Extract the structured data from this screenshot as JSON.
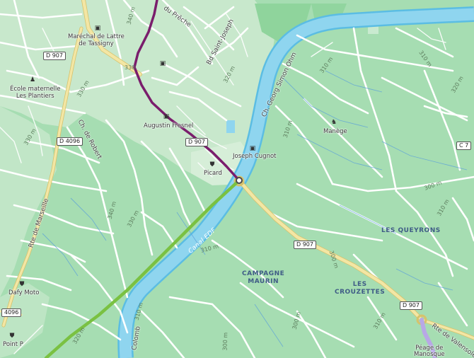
{
  "colors": {
    "land": "#a6ddb2",
    "urban": "#cfead2",
    "water": "#8fd5ef",
    "water_edge": "#5bbde3",
    "road_major": "#f3e6a4",
    "road_minor": "#ffffff",
    "route_purple": "#7a1d6c",
    "route_green": "#7ac142",
    "route_lavender": "#b8a8e6"
  },
  "places": [
    {
      "id": "marechal",
      "text": "Maréchal de Lattre\nde Tassigny",
      "icon": "bus-stop-icon"
    },
    {
      "id": "ecole",
      "text": "École maternelle\nLes Plantiers",
      "icon": "school-icon"
    },
    {
      "id": "augustin",
      "text": "Augustin Fresnel",
      "icon": "bus-stop-icon"
    },
    {
      "id": "cugnot",
      "text": "Joseph Cugnot",
      "icon": "bus-stop-icon"
    },
    {
      "id": "picard",
      "text": "Picard",
      "icon": "shop-icon"
    },
    {
      "id": "manege",
      "text": "Manège",
      "icon": "horse-riding-icon"
    },
    {
      "id": "dafy",
      "text": "Dafy Moto",
      "icon": "shop-icon"
    },
    {
      "id": "pointp",
      "text": "Point P",
      "icon": "shop-icon"
    },
    {
      "id": "peage",
      "text": "Péage de\nManosque",
      "icon": ""
    }
  ],
  "areas": [
    {
      "id": "queyrons",
      "text": "LES QUEYRONS"
    },
    {
      "id": "campagne",
      "text": "CAMPAGNE\nMAURIN"
    },
    {
      "id": "crouzettes",
      "text": "LES\nCROUZETTES"
    }
  ],
  "road_names": [
    {
      "id": "preche",
      "text": "du Prêche"
    },
    {
      "id": "stjoseph",
      "text": "Bd Saint-Joseph"
    },
    {
      "id": "georg",
      "text": "Ch. Georg Simon Ohm"
    },
    {
      "id": "robert",
      "text": "Ch. de Robert"
    },
    {
      "id": "marseille",
      "text": "Rte de Marseille"
    },
    {
      "id": "colomb",
      "text": "Colomb"
    },
    {
      "id": "valensole",
      "text": "Rte de Valensole"
    }
  ],
  "canal": {
    "text": "Canal EDF"
  },
  "shields": [
    {
      "id": "d907a",
      "text": "D 907"
    },
    {
      "id": "d4096",
      "text": "D 4096"
    },
    {
      "id": "d907b",
      "text": "D 907"
    },
    {
      "id": "d907c",
      "text": "D 907"
    },
    {
      "id": "d907d",
      "text": "D 907"
    },
    {
      "id": "c7",
      "text": "C 7"
    },
    {
      "id": "d4096b",
      "text": "4096"
    }
  ],
  "contours": [
    {
      "id": "c1",
      "text": "340 m"
    },
    {
      "id": "c2",
      "text": "330"
    },
    {
      "id": "c3",
      "text": "320 m"
    },
    {
      "id": "c4",
      "text": "340 m"
    },
    {
      "id": "c5",
      "text": "330 m"
    },
    {
      "id": "c6",
      "text": "310 m"
    },
    {
      "id": "c7",
      "text": "310 m"
    },
    {
      "id": "c8",
      "text": "310 m"
    },
    {
      "id": "c9",
      "text": "310 m"
    },
    {
      "id": "c10",
      "text": "300 m"
    },
    {
      "id": "c11",
      "text": "300 m"
    },
    {
      "id": "c12",
      "text": "330 m"
    },
    {
      "id": "c13",
      "text": "310 m"
    },
    {
      "id": "c14",
      "text": "300 m"
    },
    {
      "id": "c15",
      "text": "320 m"
    },
    {
      "id": "c16",
      "text": "300 m"
    },
    {
      "id": "c17",
      "text": "320 m"
    },
    {
      "id": "c18",
      "text": "330 m"
    },
    {
      "id": "c19",
      "text": "310 m"
    },
    {
      "id": "c20",
      "text": "310 m"
    }
  ]
}
